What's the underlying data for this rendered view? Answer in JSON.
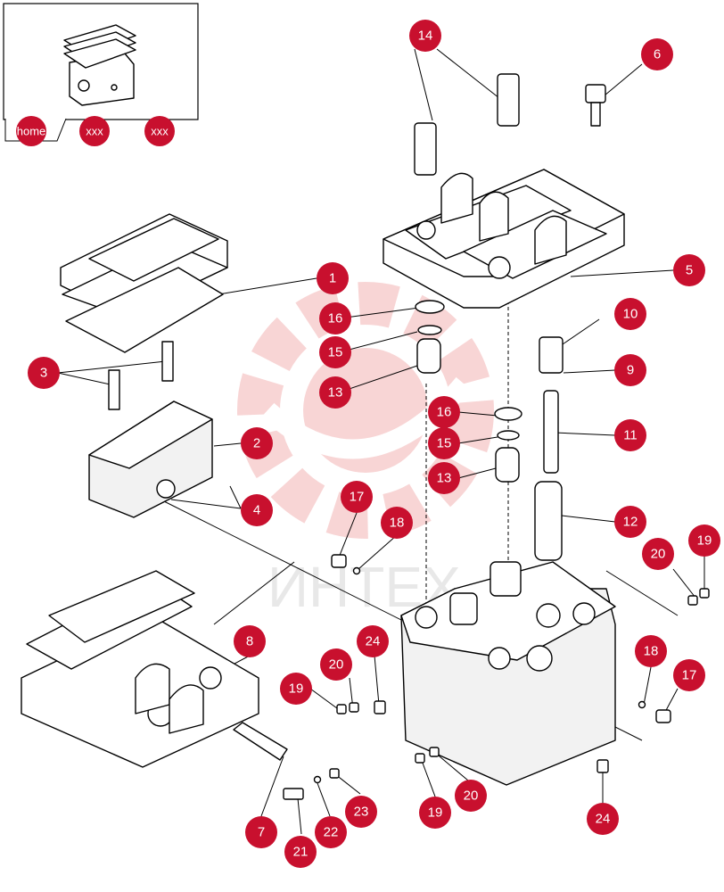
{
  "watermark": {
    "text": "ИНТЕХ",
    "color": "#f3b3b3"
  },
  "accent_color": "#c8102e",
  "nav": {
    "home_label": "home",
    "links": [
      {
        "label": "xxx"
      },
      {
        "label": "xxx"
      }
    ]
  },
  "callouts": [
    "1",
    "2",
    "3",
    "4",
    "5",
    "6",
    "7",
    "8",
    "9",
    "10",
    "11",
    "12",
    "13",
    "13",
    "14",
    "15",
    "15",
    "16",
    "16",
    "17",
    "17",
    "18",
    "18",
    "19",
    "19",
    "19",
    "20",
    "20",
    "20",
    "21",
    "22",
    "23",
    "24",
    "24"
  ]
}
